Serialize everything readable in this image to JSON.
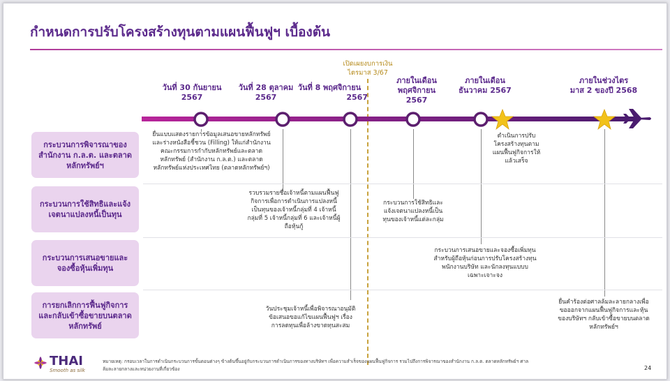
{
  "slide": {
    "title": "กำหนดการปรับโครงสร้างทุนตามแผนฟื้นฟูฯ เบื้องต้น",
    "ipo_label_1": "เปิดเผยงบการเงิน",
    "ipo_label_2": "ไตรมาส 3/67",
    "milestones": [
      {
        "line1": "วันที่ 30 กันยายน",
        "line2": "2567"
      },
      {
        "line1": "วันที่ 28 ตุลาคม",
        "line2": "2567"
      },
      {
        "line1": "วันที่ 8 พฤศจิกายน",
        "line2": "2567"
      },
      {
        "line1": "ภายในเดือน",
        "line2": "พฤศจิกายน",
        "line3": "2567"
      },
      {
        "line1": "ภายในเดือน",
        "line2": "ธันวาคม 2567"
      },
      {
        "line1": "ภายในช่วงไตร",
        "line2": "มาส 2 ของปี 2568"
      }
    ],
    "rows": [
      {
        "line1": "กระบวนการพิจารณาของ",
        "line2": "สำนักงาน ก.ล.ต. และตลาด",
        "line3": "หลักทรัพย์ฯ"
      },
      {
        "line1": "กระบวนการใช้สิทธิและแจ้ง",
        "line2": "เจตนาแปลงหนี้เป็นทุน"
      },
      {
        "line1": "กระบวนการเสนอขายและ",
        "line2": "จองซื้อหุ้นเพิ่มทุน"
      },
      {
        "line1": "การยกเลิกการฟื้นฟูกิจการ",
        "line2": "และกลับเข้าซื้อขายบนตลาด",
        "line3": "หลักทรัพย์"
      }
    ],
    "descriptions": {
      "d1": [
        "ยื่นแบบแสดงรายการข้อมูลเสนอขายหลักทรัพย์",
        "และร่างหนังสือชี้ชวน (Filling) ให้แก่สำนักงาน",
        "คณะกรรมการกำกับหลักทรัพย์และตลาด",
        "หลักทรัพย์ (สำนักงาน ก.ล.ต.) และตลาด",
        "หลักทรัพย์แห่งประเทศไทย (ตลาดหลักทรัพย์ฯ)"
      ],
      "d2": [
        "ดำเนินการปรับ",
        "โครงสร้างทุนตาม",
        "แผนฟื้นฟูกิจการให้",
        "แล้วเสร็จ"
      ],
      "d3": [
        "รวบรวมรายชื่อเจ้าหนี้ตามแผนฟื้นฟู",
        "กิจการเพื่อการดำเนินการแปลงหนี้",
        "เป็นทุนของเจ้าหนี้กลุ่มที่ 4 เจ้าหนี้",
        "กลุ่มที่ 5 เจ้าหนี้กลุ่มที่ 6 และเจ้าหนี้ผู้",
        "ถือหุ้นกู้"
      ],
      "d4": [
        "กระบวนการใช้สิทธิและ",
        "แจ้งเจตนาแปลงหนี้เป็น",
        "ทุนของเจ้าหนี้แต่ละกลุ่ม"
      ],
      "d5": [
        "กระบวนการเสนอขายและจองซื้อเพิ่มทุน",
        "สำหรับผู้ถือหุ้นก่อนการปรับโครงสร้างทุน",
        "พนักงานบริษัท และนักลงทุนแบบบ",
        "เฉพาะเจาะจง"
      ],
      "d6": [
        "วันประชุมเจ้าหนี้เพื่อพิจารณาอนุมัติ",
        "ข้อเสนอขอแก้ไขแผนฟื้นฟูฯ เรื่อง",
        "การลดทุนเพื่อล้างขาดทุนสะสม"
      ],
      "d7": [
        "ยื่นคำร้องต่อศาลล้มละลายกลางเพื่อ",
        "ขอออกจากแผนฟื้นฟูกิจการและหุ้น",
        "ของบริษัทฯ กลับเข้าซื้อขายบนตลาด",
        "หลักทรัพย์ฯ"
      ]
    },
    "footer": {
      "note_1": "หมายเหตุ: กรอบเวลาในการดำเนินกระบวนการขั้นตอนต่างๆ ข้างต้นขึ้นอยู่กับกระบวนการดำเนินการของทางบริษัทฯ เพื่อความสำเร็จของแผนฟื้นฟูกิจการ รวมไปถึงการพิจารณาของสำนักงาน ก.ล.ต. ตลาดหลักทรัพย์ฯ ศาล",
      "note_2": "ล้มละลายกลางและหน่วยงานที่เกี่ยวข้อง",
      "page_number": "24",
      "logo_text": "THAI",
      "logo_sub": "Smooth as silk"
    },
    "colors": {
      "title": "#5c2a8c",
      "timeline": "#8a1f7a",
      "ipo": "#c8a23c",
      "star": "#f2c21b",
      "row_box": "#ead4ee"
    }
  }
}
